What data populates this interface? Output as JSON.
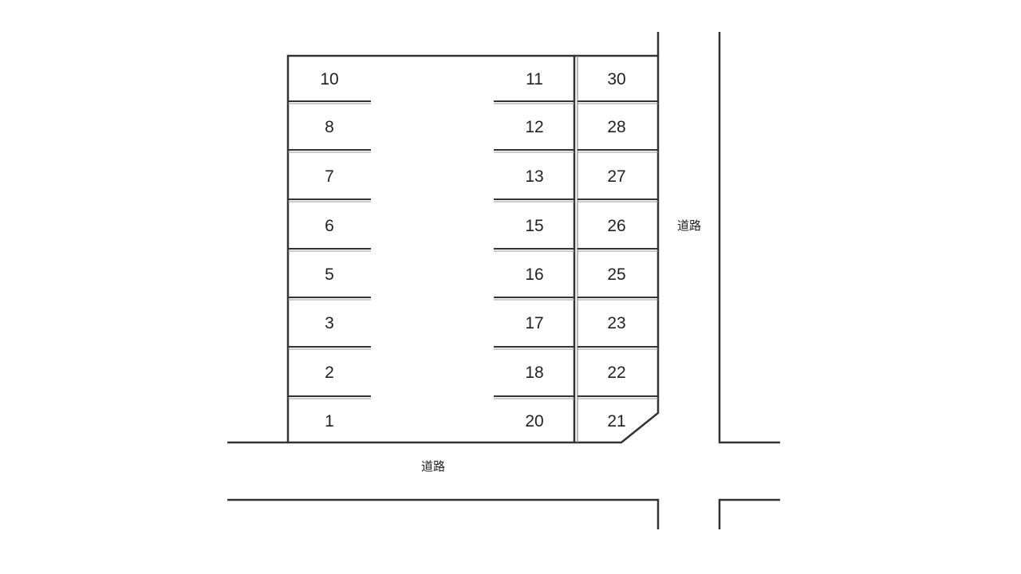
{
  "map": {
    "road_label_bottom": "道路",
    "road_label_right": "道路",
    "left_column": [
      "10",
      "8",
      "7",
      "6",
      "5",
      "3",
      "2",
      "1"
    ],
    "middle_column": [
      "11",
      "12",
      "13",
      "15",
      "16",
      "17",
      "18",
      "20"
    ],
    "right_column": [
      "30",
      "28",
      "27",
      "26",
      "25",
      "23",
      "22",
      "21"
    ]
  },
  "colors": {
    "line": "#333333",
    "stripe": "#888888",
    "background": "#ffffff"
  }
}
